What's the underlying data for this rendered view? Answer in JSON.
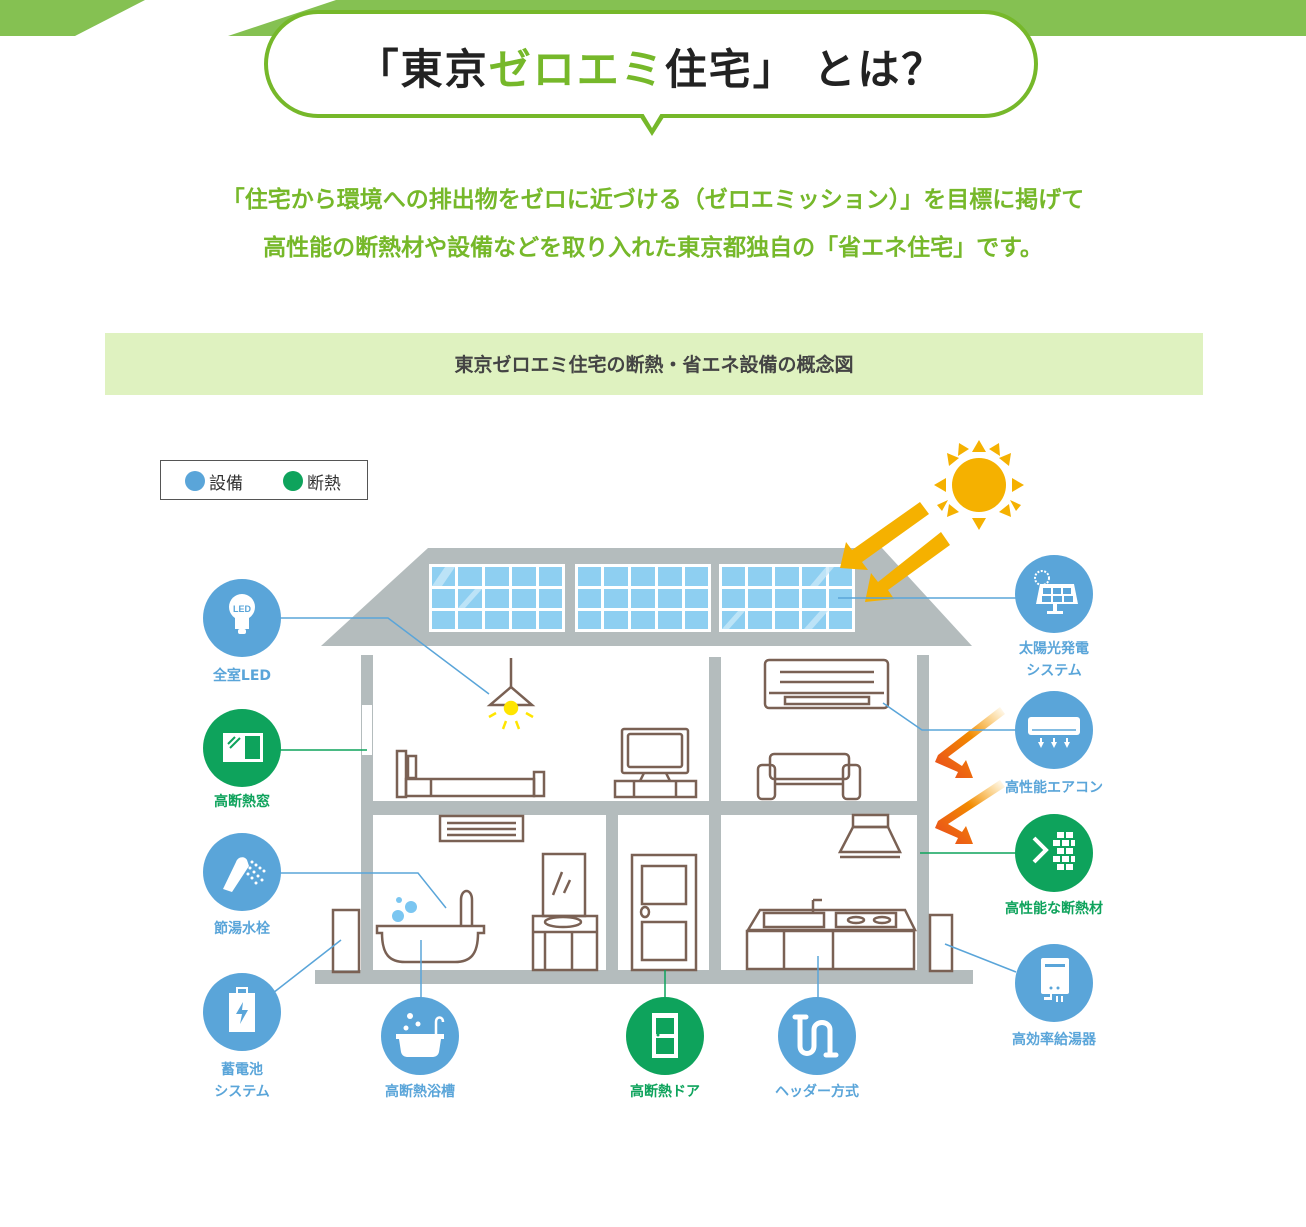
{
  "header": {
    "title_prefix": "「東京",
    "title_accent": "ゼロエミ",
    "title_suffix": "住宅」 とは？"
  },
  "lead": {
    "line1": "「住宅から環境への排出物をゼロに近づける（ゼロエミッション）」を目標に掲げて",
    "line2": "高性能の断熱材や設備などを取り入れた東京都独自の「省エネ住宅」です。"
  },
  "section": {
    "title": "東京ゼロエミ住宅の断熱・省エネ設備の概念図"
  },
  "legend": {
    "items": [
      {
        "label": "設備",
        "color": "#5aa5d9"
      },
      {
        "label": "断熱",
        "color": "#0ea35c"
      }
    ]
  },
  "colors": {
    "brand_green": "#76b82a",
    "band_green": "#85c152",
    "equipment_blue": "#5aa5d9",
    "insulation_green": "#0ea35c",
    "house_gray": "#b4bcbd",
    "sun_orange": "#f5b100",
    "heat_arrow": "#ee5a24"
  },
  "features": {
    "led": {
      "label": "全室LED",
      "type": "設備",
      "icon": "led-bulb-icon"
    },
    "window": {
      "label": "高断熱窓",
      "type": "断熱",
      "icon": "window-icon"
    },
    "faucet": {
      "label": "節湯水栓",
      "type": "設備",
      "icon": "shower-icon"
    },
    "battery": {
      "label1": "蓄電池",
      "label2": "システム",
      "type": "設備",
      "icon": "battery-icon"
    },
    "bathtub": {
      "label": "高断熱浴槽",
      "type": "設備",
      "icon": "bathtub-icon"
    },
    "door": {
      "label": "高断熱ドア",
      "type": "断熱",
      "icon": "door-icon"
    },
    "header_pipe": {
      "label": "ヘッダー方式",
      "type": "設備",
      "icon": "pipe-icon"
    },
    "solar": {
      "label1": "太陽光発電",
      "label2": "システム",
      "type": "設備",
      "icon": "solar-panel-icon"
    },
    "aircon": {
      "label": "高性能エアコン",
      "type": "設備",
      "icon": "air-conditioner-icon"
    },
    "insulation": {
      "label": "高性能な断熱材",
      "type": "断熱",
      "icon": "insulation-wall-icon"
    },
    "water_heater": {
      "label": "高効率給湯器",
      "type": "設備",
      "icon": "water-heater-icon"
    }
  }
}
